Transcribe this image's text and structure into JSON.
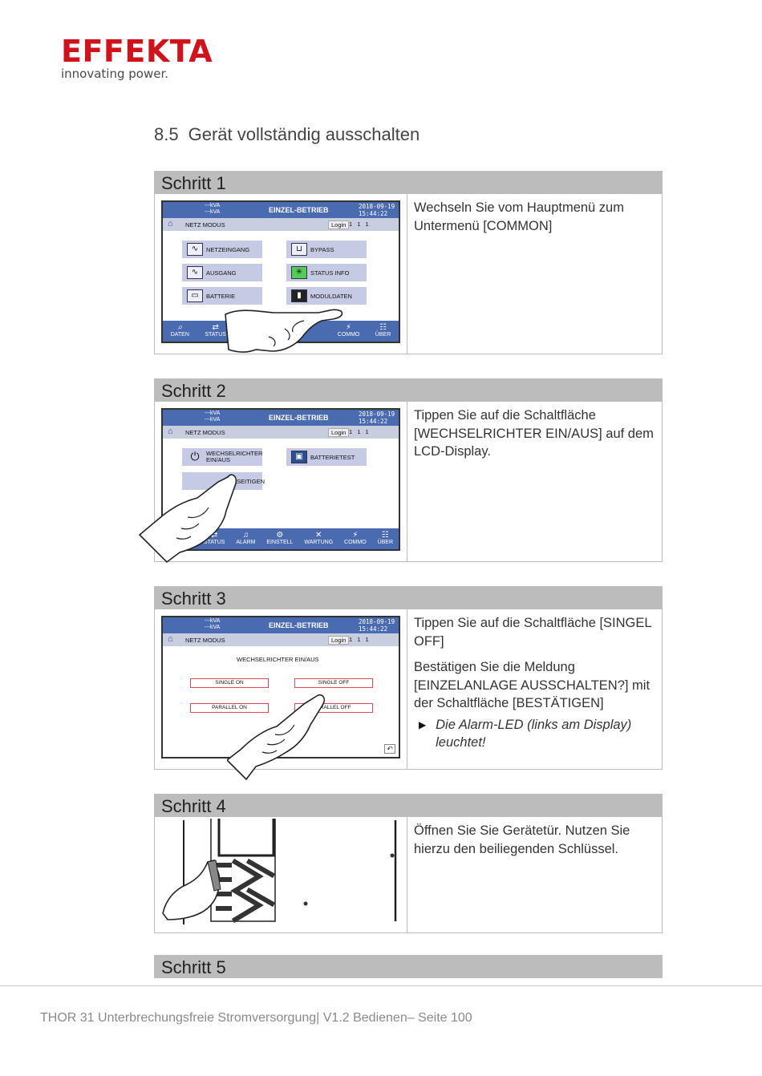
{
  "logo": {
    "word": "EFFEKTA",
    "tagline": "innovating power."
  },
  "section": {
    "number": "8.5",
    "title": "Gerät vollständig ausschalten"
  },
  "lcd_common": {
    "kva1": "---kVA",
    "kva2": "---kVA",
    "mode_title": "EINZEL-BETRIEB",
    "date": "2018-09-19",
    "time": "15:44:22",
    "mode": "NETZ MODUS",
    "login": "Login",
    "alarms": "1 1 1"
  },
  "steps": [
    {
      "title": "Schritt 1",
      "text": [
        "Wechseln Sie vom Hauptmenü zum Untermenü [COMMON]"
      ],
      "buttons": [
        "NETZEINGANG",
        "BYPASS",
        "AUSGANG",
        "STATUS INFO",
        "BATTERIE",
        "MODULDATEN"
      ],
      "nav": [
        "DATEN",
        "STATUS",
        "COMMO",
        "ÜBER"
      ]
    },
    {
      "title": "Schritt 2",
      "text": [
        "Tippen Sie auf die Schaltfläche [WECHSELRICHTER EIN/AUS] auf dem LCD-Display."
      ],
      "buttons": [
        "WECHSELRICHTER EIN/AUS",
        "BATTERIETEST",
        "SEITIGEN"
      ],
      "nav": [
        "STATUS",
        "ALARM",
        "EINSTELL",
        "WARTUNG",
        "COMMO",
        "ÜBER"
      ]
    },
    {
      "title": "Schritt 3",
      "text": [
        "Tippen Sie auf die Schaltfläche [SINGEL OFF]",
        "Bestätigen Sie die Meldung [EINZELANLAGE AUSSCHALTEN?] mit der Schaltfläche [BESTÄTIGEN]"
      ],
      "bullet": "Die Alarm-LED (links am Display) leuchtet!",
      "screen_title": "WECHSELRICHTER EIN/AUS",
      "buttons": [
        "SINGLE ON",
        "SINGLE OFF",
        "PARALLEL ON",
        "ARALLEL OFF"
      ]
    },
    {
      "title": "Schritt 4",
      "text": [
        "Öffnen Sie Sie Gerätetür. Nutzen Sie hierzu den beiliegenden Schlüssel."
      ]
    },
    {
      "title": "Schritt 5"
    }
  ],
  "footer": "THOR 31 Unterbrechungsfreie Stromversorgung| V1.2   Bedienen–  Seite 100"
}
